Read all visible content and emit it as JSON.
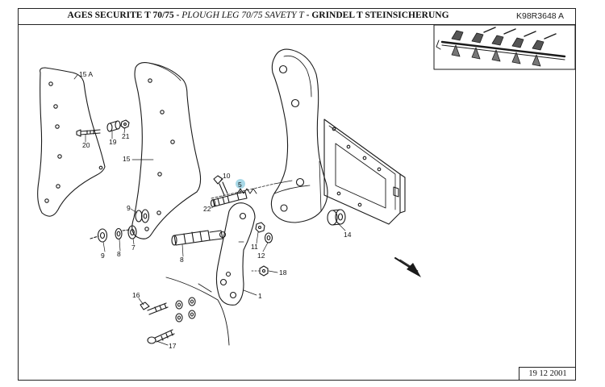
{
  "header": {
    "title_fr": "AGES SECURITE T 70/75 - ",
    "title_en": "PLOUGH LEG 70/75 SAVETY T",
    "title_de": " - GRINDEL T  STEINSICHERUNG",
    "ref_code": "K98R3648  A"
  },
  "footer": {
    "date": "19  12  2001"
  },
  "diagram": {
    "callouts": [
      {
        "id": "15A",
        "text": "15 A"
      },
      {
        "id": "20",
        "text": "20"
      },
      {
        "id": "19",
        "text": "19"
      },
      {
        "id": "21",
        "text": "21"
      },
      {
        "id": "15",
        "text": "15"
      },
      {
        "id": "10",
        "text": "10"
      },
      {
        "id": "5",
        "text": "5"
      },
      {
        "id": "22",
        "text": "22"
      },
      {
        "id": "9a",
        "text": "9"
      },
      {
        "id": "9b",
        "text": "9"
      },
      {
        "id": "8a",
        "text": "8"
      },
      {
        "id": "8b",
        "text": "8"
      },
      {
        "id": "7",
        "text": "7"
      },
      {
        "id": "11",
        "text": "11"
      },
      {
        "id": "12",
        "text": "12"
      },
      {
        "id": "14",
        "text": "14"
      },
      {
        "id": "18",
        "text": "18"
      },
      {
        "id": "1",
        "text": "1"
      },
      {
        "id": "16",
        "text": "16"
      },
      {
        "id": "17",
        "text": "17"
      }
    ],
    "highlight_color": "#a9d9e8",
    "line_color": "#1a1a1a"
  }
}
